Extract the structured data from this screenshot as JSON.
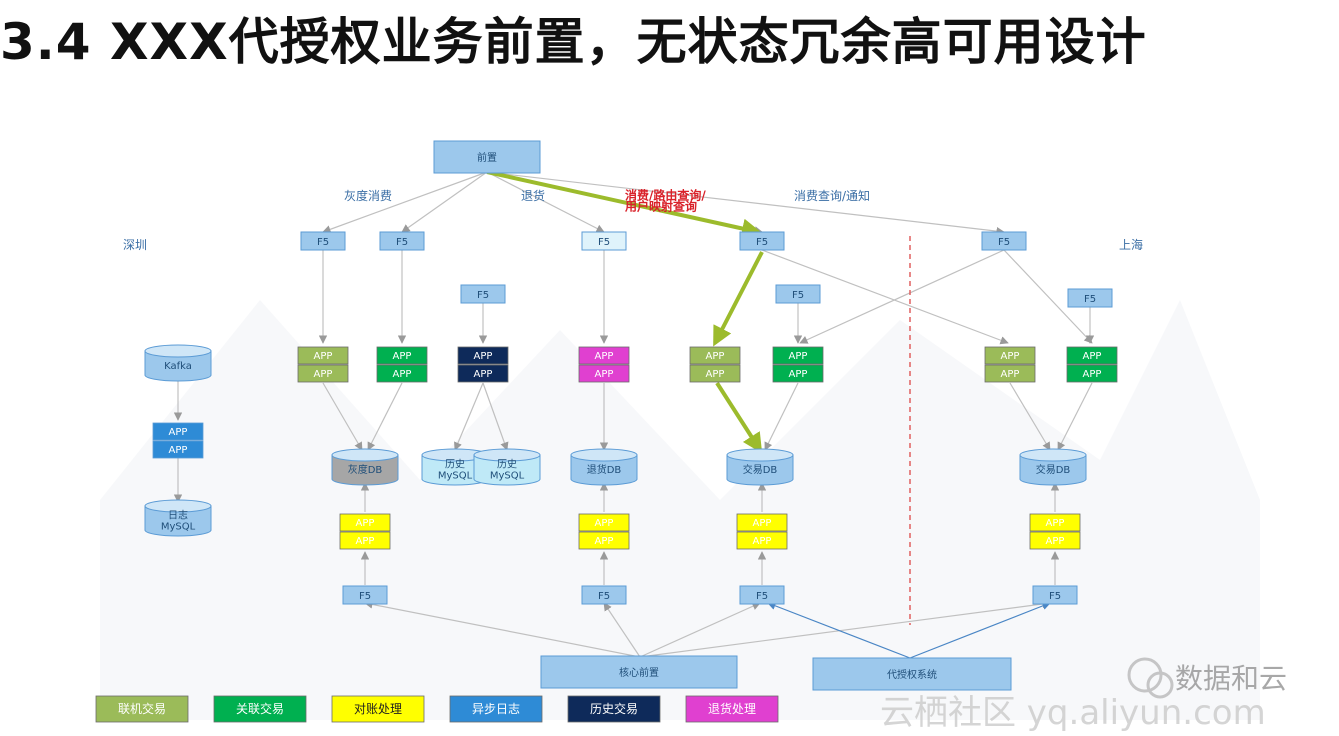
{
  "title": "3.4 XXX代授权业务前置，无状态冗余高可用设计",
  "regions": {
    "left": "深圳",
    "right": "上海"
  },
  "top_node": "前置",
  "edge_labels": {
    "gray": "灰度消费",
    "refund": "退货",
    "red": "消费/路由查询/\n用户映射查询",
    "query": "消费查询/通知"
  },
  "f5": "F5",
  "app": "APP",
  "kafka": "Kafka",
  "dbs": {
    "gray": "灰度DB",
    "history": "历史\nMySQL",
    "refund": "退货DB",
    "trade": "交易DB",
    "log": "日志\nMySQL"
  },
  "bottom_nodes": {
    "core": "核心前置",
    "auth": "代授权系统"
  },
  "legend": [
    {
      "label": "联机交易",
      "color": "#9bbb59",
      "text": "#ffffff"
    },
    {
      "label": "关联交易",
      "color": "#00b050",
      "text": "#ffffff"
    },
    {
      "label": "对账处理",
      "color": "#ffff00",
      "text": "#1f1f1f"
    },
    {
      "label": "异步日志",
      "color": "#2e8bd6",
      "text": "#ffffff"
    },
    {
      "label": "历史交易",
      "color": "#0e2a5a",
      "text": "#ffffff"
    },
    {
      "label": "退货处理",
      "color": "#e040d0",
      "text": "#ffffff"
    }
  ],
  "watermark": {
    "a": "数据和云",
    "b": "云栖社区 yq.aliyun.com"
  },
  "colors": {
    "line": "#bfbfbf",
    "highlight": "#9cbb2c",
    "red_dashed": "#e06060"
  }
}
